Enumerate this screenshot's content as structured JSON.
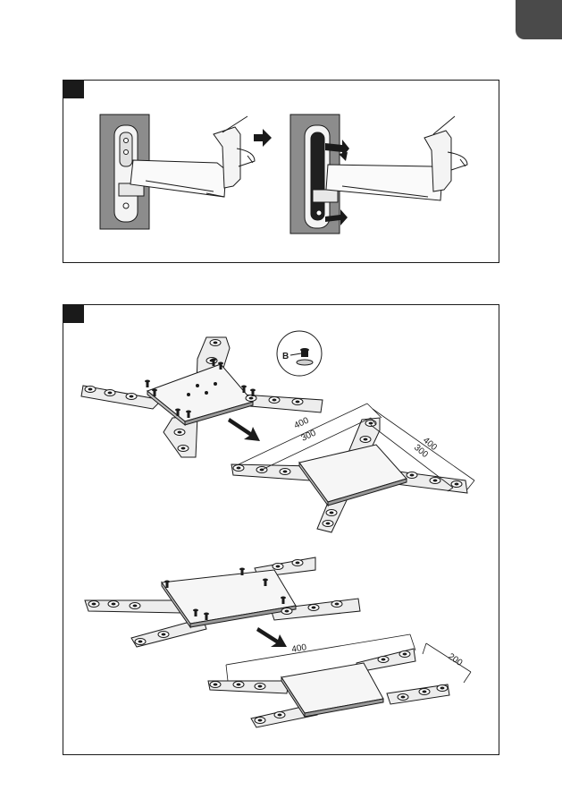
{
  "colors": {
    "tab": "#4a4a4a",
    "ink": "#1a1a1a",
    "wall": "#8c8c8c",
    "plate": "#ededed"
  },
  "figure1": {
    "icons": [
      "tv-mount-arm-folded",
      "tv-mount-arm-released",
      "arrow-right-icon",
      "release-arrow-icon"
    ]
  },
  "figure2": {
    "callout_label": "B",
    "top_dims": {
      "outer_width": "400",
      "inner_width": "300",
      "outer_depth": "400",
      "inner_depth": "300"
    },
    "bottom_dims": {
      "width": "400",
      "depth": "200"
    }
  }
}
